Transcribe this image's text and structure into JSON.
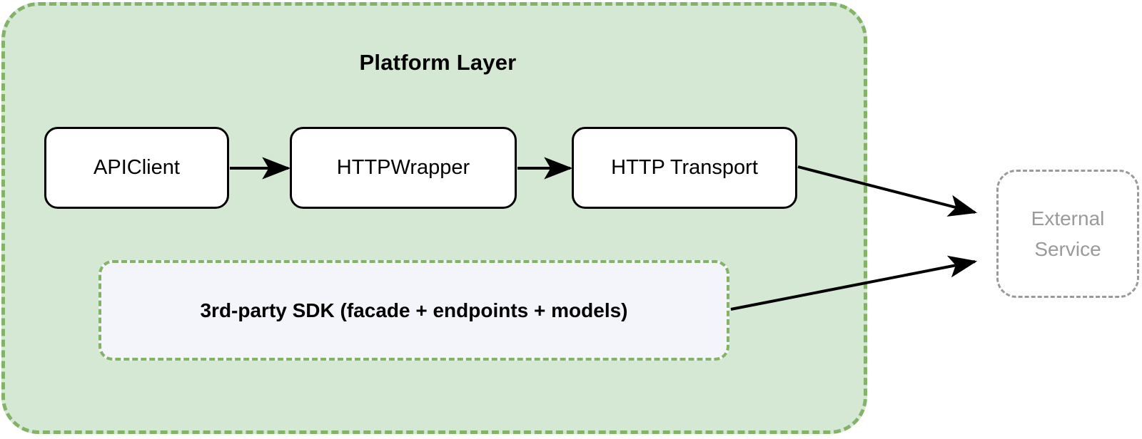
{
  "diagram": {
    "title": "Platform Layer",
    "colors": {
      "layer_fill": "#d5e8d4",
      "layer_border": "#82b366",
      "node_fill": "#ffffff",
      "node_border": "#000000",
      "sdk_fill": "#f4f4fb",
      "sdk_border": "#82b366",
      "external_border": "#9a9a9a",
      "external_text": "#9a9a9a",
      "arrow": "#000000"
    },
    "nodes": [
      {
        "id": "apiclient",
        "label": "APIClient"
      },
      {
        "id": "httpwrapper",
        "label": "HTTPWrapper"
      },
      {
        "id": "transport",
        "label": "HTTP Transport"
      }
    ],
    "sdk_box": {
      "label": "3rd-party SDK (facade + endpoints + models)"
    },
    "external": {
      "line1": "External",
      "line2": "Service"
    },
    "edges": [
      {
        "from": "apiclient",
        "to": "httpwrapper",
        "label": ""
      },
      {
        "from": "httpwrapper",
        "to": "transport",
        "label": ""
      },
      {
        "from": "transport",
        "to": "external",
        "label": ""
      },
      {
        "from": "sdk_box",
        "to": "external",
        "label": ""
      }
    ]
  }
}
